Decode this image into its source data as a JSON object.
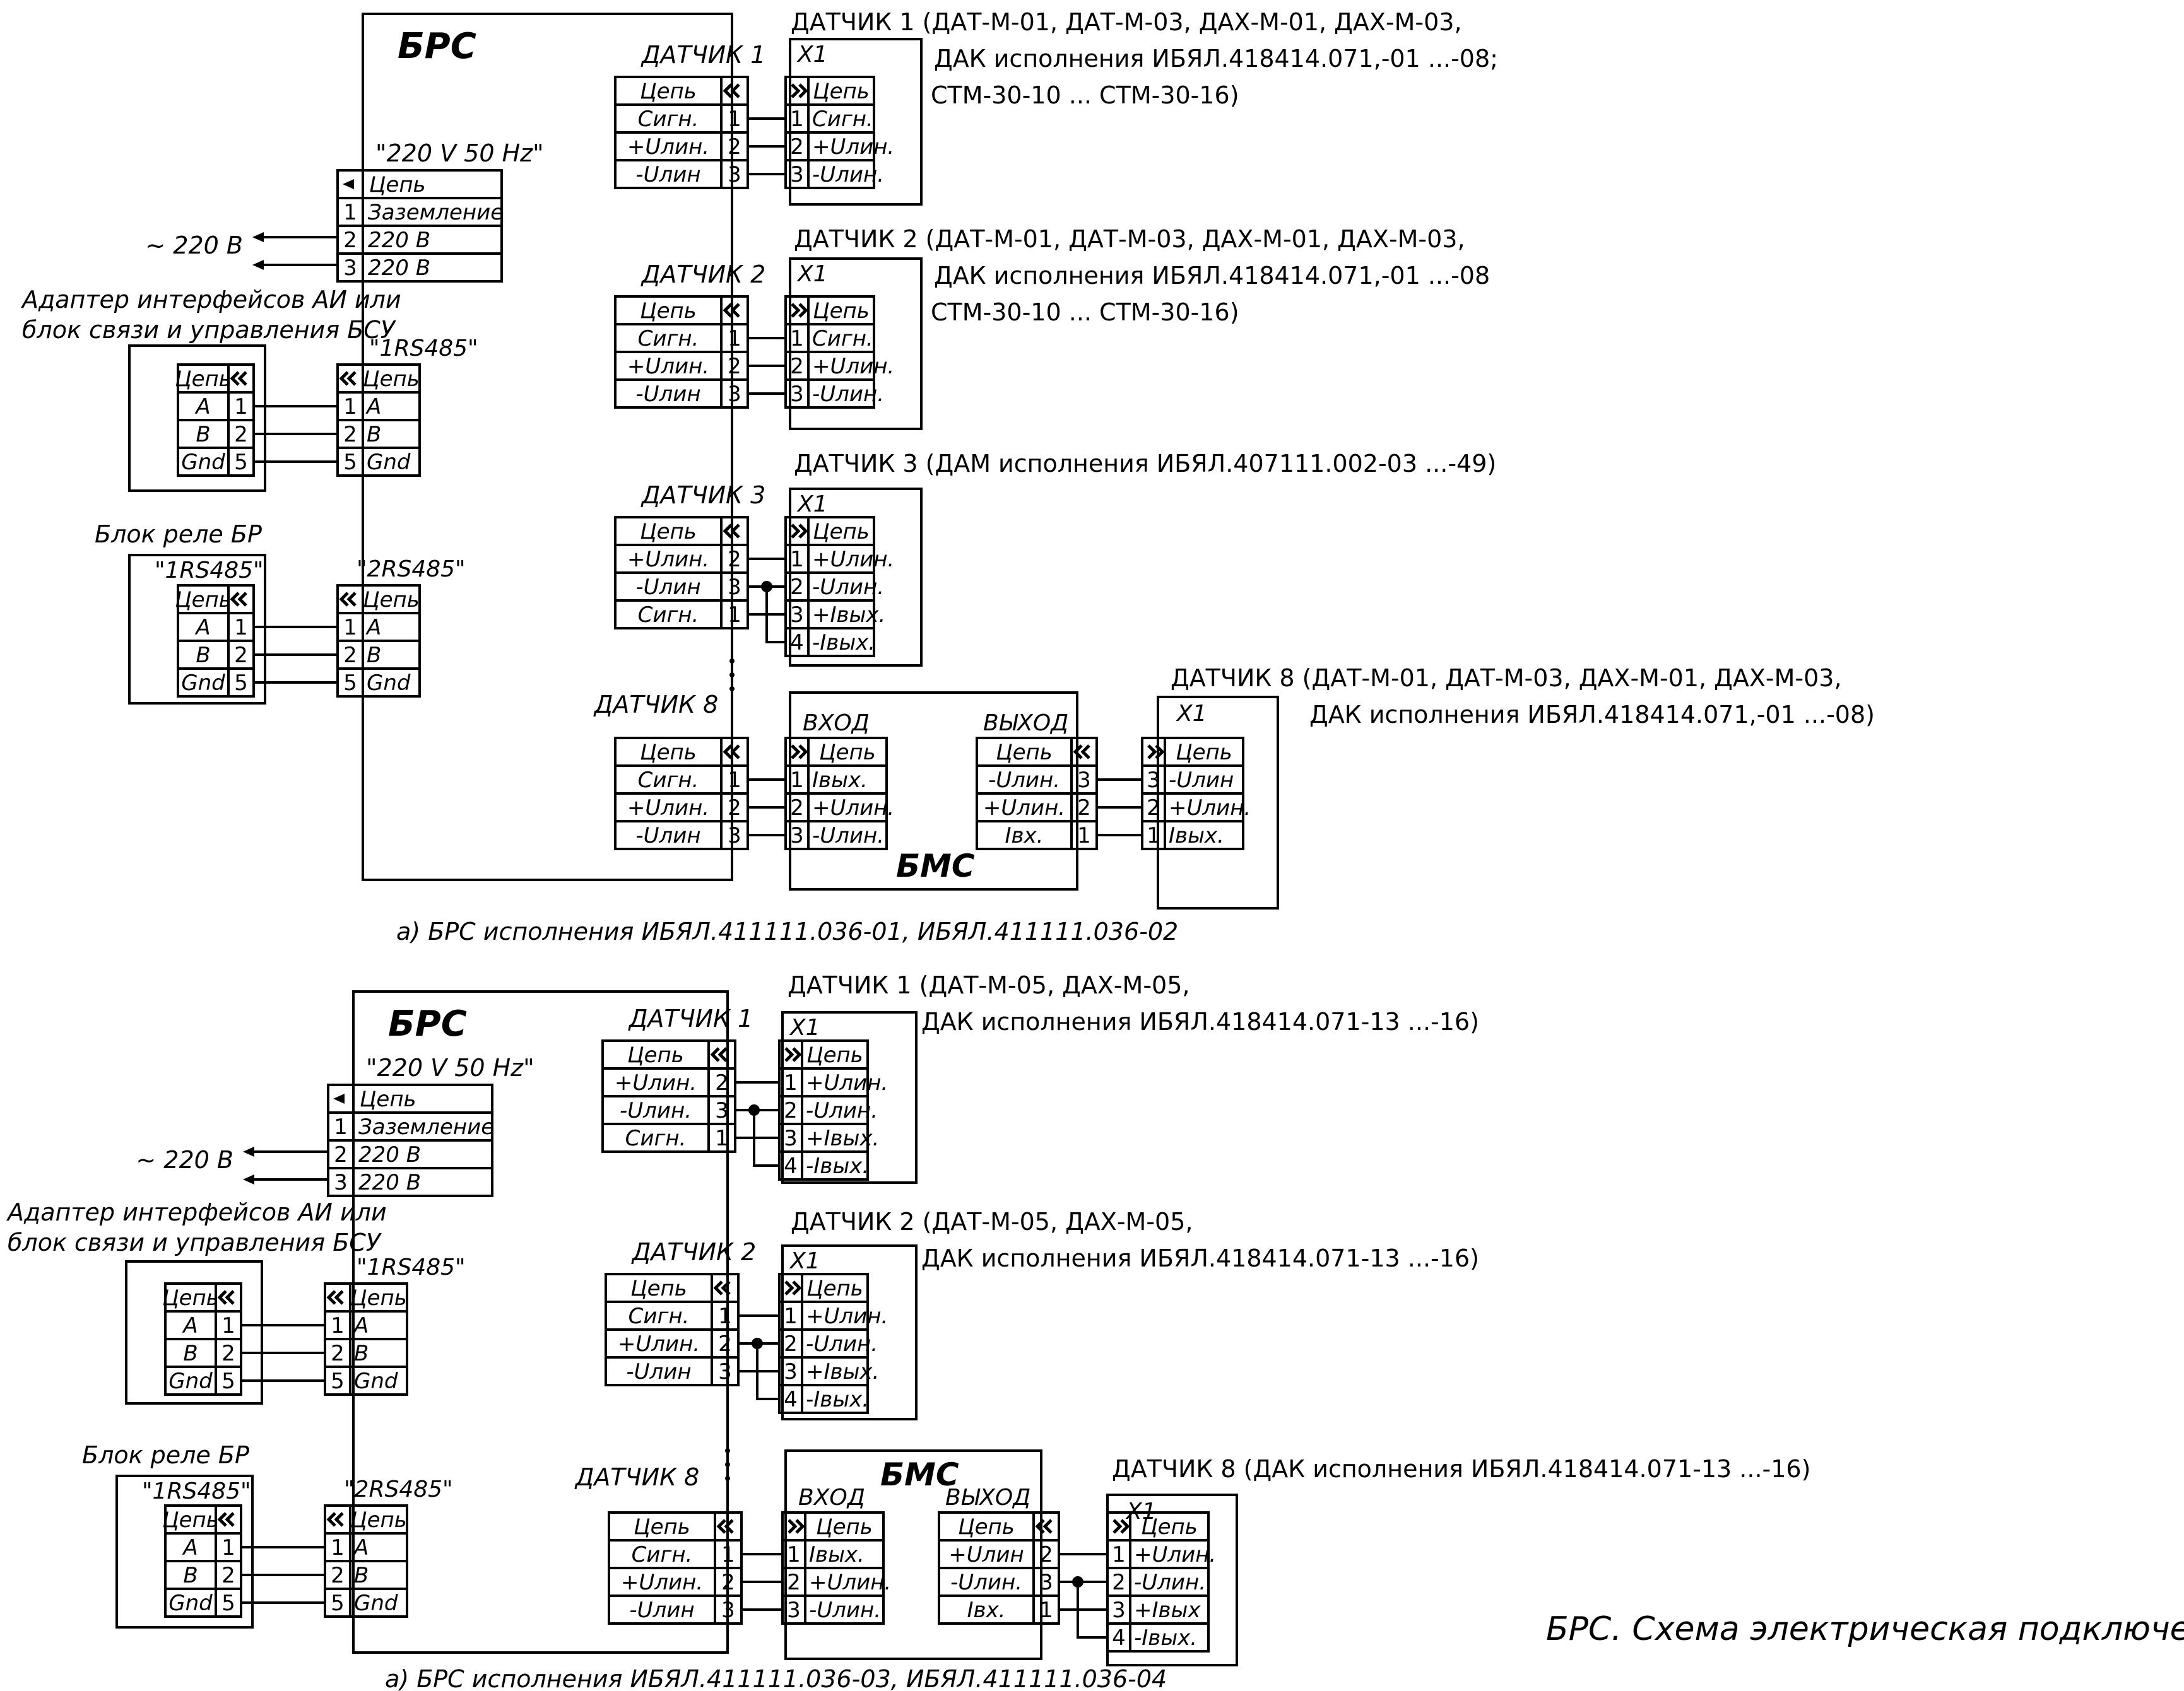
{
  "caption": "БРС. Схема электрическая подключений",
  "header_cells": {
    "chain": "Цепь"
  },
  "power_label": "~ 220 В",
  "schemes": [
    {
      "unit_title": "БРС",
      "subtitle": "а) БРС исполнения ИБЯЛ.411111.036-01, ИБЯЛ.411111.036-02",
      "power_connector": {
        "label": "\"220 V 50 Hz\"",
        "rows": [
          {
            "pin": "1",
            "name": "Заземление"
          },
          {
            "pin": "2",
            "name": "220 В"
          },
          {
            "pin": "3",
            "name": "220 В"
          }
        ]
      },
      "adapter": {
        "title_lines": [
          "Адаптер интерфейсов АИ или",
          "блок связи и управления БСУ"
        ],
        "connector_label": "\"1RS485\"",
        "rows": [
          {
            "pin": "1",
            "name": "A"
          },
          {
            "pin": "2",
            "name": "B"
          },
          {
            "pin": "5",
            "name": "Gnd"
          }
        ]
      },
      "relay": {
        "title": "Блок реле БР",
        "left_label": "\"1RS485\"",
        "connector_label": "\"2RS485\"",
        "rows": [
          {
            "pin": "1",
            "name": "A"
          },
          {
            "pin": "2",
            "name": "B"
          },
          {
            "pin": "5",
            "name": "Gnd"
          }
        ]
      },
      "sensors": [
        {
          "label": "ДАТЧИК 1",
          "rows": [
            {
              "name": "Сигн.",
              "pin": "1"
            },
            {
              "name": "+Uлин.",
              "pin": "2"
            },
            {
              "name": "-Uлин",
              "pin": "3"
            }
          ],
          "x1_label": "X1",
          "x1_rows": [
            {
              "pin": "1",
              "name": "Сигн."
            },
            {
              "pin": "2",
              "name": "+Uлин."
            },
            {
              "pin": "3",
              "name": "-Uлин."
            }
          ],
          "desc_lines": [
            "ДАТЧИК 1 (ДАТ-М-01, ДАТ-М-03, ДАХ-М-01, ДАХ-М-03,",
            "ДАК исполнения ИБЯЛ.418414.071,-01 ...-08;",
            "СТМ-30-10 ... СТМ-30-16)"
          ]
        },
        {
          "label": "ДАТЧИК 2",
          "rows": [
            {
              "name": "Сигн.",
              "pin": "1"
            },
            {
              "name": "+Uлин.",
              "pin": "2"
            },
            {
              "name": "-Uлин",
              "pin": "3"
            }
          ],
          "x1_label": "X1",
          "x1_rows": [
            {
              "pin": "1",
              "name": "Сигн."
            },
            {
              "pin": "2",
              "name": "+Uлин."
            },
            {
              "pin": "3",
              "name": "-Uлин."
            }
          ],
          "desc_lines": [
            "ДАТЧИК 2 (ДАТ-М-01, ДАТ-М-03, ДАХ-М-01, ДАХ-М-03,",
            "ДАК исполнения ИБЯЛ.418414.071,-01 ...-08",
            "СТМ-30-10 ... СТМ-30-16)"
          ]
        },
        {
          "label": "ДАТЧИК 3",
          "rows": [
            {
              "name": "+Uлин.",
              "pin": "2"
            },
            {
              "name": "-Uлин",
              "pin": "3"
            },
            {
              "name": "Сигн.",
              "pin": "1"
            }
          ],
          "x1_label": "X1",
          "x1_rows": [
            {
              "pin": "1",
              "name": "+Uлин."
            },
            {
              "pin": "2",
              "name": "-Uлин."
            },
            {
              "pin": "3",
              "name": "+Iвых."
            },
            {
              "pin": "4",
              "name": "-Iвых."
            }
          ],
          "desc_lines": [
            "ДАТЧИК 3 (ДАМ исполнения ИБЯЛ.407111.002-03 ...-49)"
          ]
        }
      ],
      "sensor8": {
        "label": "ДАТЧИК 8",
        "rows": [
          {
            "name": "Сигн.",
            "pin": "1"
          },
          {
            "name": "+Uлин.",
            "pin": "2"
          },
          {
            "name": "-Uлин",
            "pin": "3"
          }
        ],
        "bms": {
          "title": "БМС",
          "in_label": "ВХОД",
          "out_label": "ВЫХОД",
          "in_rows": [
            {
              "pin": "1",
              "name": "Iвых."
            },
            {
              "pin": "2",
              "name": "+Uлин."
            },
            {
              "pin": "3",
              "name": "-Uлин."
            }
          ],
          "out_rows": [
            {
              "name": "-Uлин.",
              "pin": "3"
            },
            {
              "name": "+Uлин.",
              "pin": "2"
            },
            {
              "name": "Iвх.",
              "pin": "1"
            }
          ]
        },
        "x1_label": "X1",
        "x1_rows": [
          {
            "pin": "3",
            "name": "-Uлин"
          },
          {
            "pin": "2",
            "name": "+Uлин."
          },
          {
            "pin": "1",
            "name": "Iвых."
          }
        ],
        "desc_lines": [
          "ДАТЧИК 8 (ДАТ-М-01, ДАТ-М-03, ДАХ-М-01, ДАХ-М-03,",
          "ДАК исполнения ИБЯЛ.418414.071,-01 ...-08)"
        ]
      }
    },
    {
      "unit_title": "БРС",
      "subtitle": "а) БРС исполнения ИБЯЛ.411111.036-03, ИБЯЛ.411111.036-04",
      "power_connector": {
        "label": "\"220 V 50 Hz\"",
        "rows": [
          {
            "pin": "1",
            "name": "Заземление"
          },
          {
            "pin": "2",
            "name": "220 В"
          },
          {
            "pin": "3",
            "name": "220 В"
          }
        ]
      },
      "adapter": {
        "title_lines": [
          "Адаптер интерфейсов АИ или",
          "блок связи и управления БСУ"
        ],
        "connector_label": "\"1RS485\"",
        "rows": [
          {
            "pin": "1",
            "name": "A"
          },
          {
            "pin": "2",
            "name": "B"
          },
          {
            "pin": "5",
            "name": "Gnd"
          }
        ]
      },
      "relay": {
        "title": "Блок реле БР",
        "left_label": "\"1RS485\"",
        "connector_label": "\"2RS485\"",
        "rows": [
          {
            "pin": "1",
            "name": "A"
          },
          {
            "pin": "2",
            "name": "B"
          },
          {
            "pin": "5",
            "name": "Gnd"
          }
        ]
      },
      "sensors": [
        {
          "label": "ДАТЧИК 1",
          "rows": [
            {
              "name": "+Uлин.",
              "pin": "2"
            },
            {
              "name": "-Uлин.",
              "pin": "3"
            },
            {
              "name": "Сигн.",
              "pin": "1"
            }
          ],
          "x1_label": "X1",
          "x1_rows": [
            {
              "pin": "1",
              "name": "+Uлин."
            },
            {
              "pin": "2",
              "name": "-Uлин."
            },
            {
              "pin": "3",
              "name": "+Iвых."
            },
            {
              "pin": "4",
              "name": "-Iвых."
            }
          ],
          "desc_lines": [
            "ДАТЧИК 1 (ДАТ-М-05, ДАХ-М-05,",
            "ДАК исполнения ИБЯЛ.418414.071-13 ...-16)"
          ]
        },
        {
          "label": "ДАТЧИК 2",
          "rows": [
            {
              "name": "Сигн.",
              "pin": "1"
            },
            {
              "name": "+Uлин.",
              "pin": "2"
            },
            {
              "name": "-Uлин",
              "pin": "3"
            }
          ],
          "x1_label": "X1",
          "x1_rows": [
            {
              "pin": "1",
              "name": "+Uлин."
            },
            {
              "pin": "2",
              "name": "-Uлин."
            },
            {
              "pin": "3",
              "name": "+Iвых."
            },
            {
              "pin": "4",
              "name": "-Iвых."
            }
          ],
          "desc_lines": [
            "ДАТЧИК 2 (ДАТ-М-05, ДАХ-М-05,",
            "ДАК исполнения ИБЯЛ.418414.071-13 ...-16)"
          ]
        }
      ],
      "sensor8": {
        "label": "ДАТЧИК 8",
        "rows": [
          {
            "name": "Сигн.",
            "pin": "1"
          },
          {
            "name": "+Uлин.",
            "pin": "2"
          },
          {
            "name": "-Uлин",
            "pin": "3"
          }
        ],
        "bms": {
          "title": "БМС",
          "in_label": "ВХОД",
          "out_label": "ВЫХОД",
          "in_rows": [
            {
              "pin": "1",
              "name": "Iвых."
            },
            {
              "pin": "2",
              "name": "+Uлин."
            },
            {
              "pin": "3",
              "name": "-Uлин."
            }
          ],
          "out_rows": [
            {
              "name": "+Uлин",
              "pin": "2"
            },
            {
              "name": "-Uлин.",
              "pin": "3"
            },
            {
              "name": "Iвх.",
              "pin": "1"
            }
          ]
        },
        "x1_label": "X1",
        "x1_rows": [
          {
            "pin": "1",
            "name": "+Uлин."
          },
          {
            "pin": "2",
            "name": "-Uлин."
          },
          {
            "pin": "3",
            "name": "+Iвых"
          },
          {
            "pin": "4",
            "name": "-Iвых."
          }
        ],
        "desc_lines": [
          "ДАТЧИК 8 (ДАК исполнения ИБЯЛ.418414.071-13 ...-16)"
        ]
      }
    }
  ]
}
